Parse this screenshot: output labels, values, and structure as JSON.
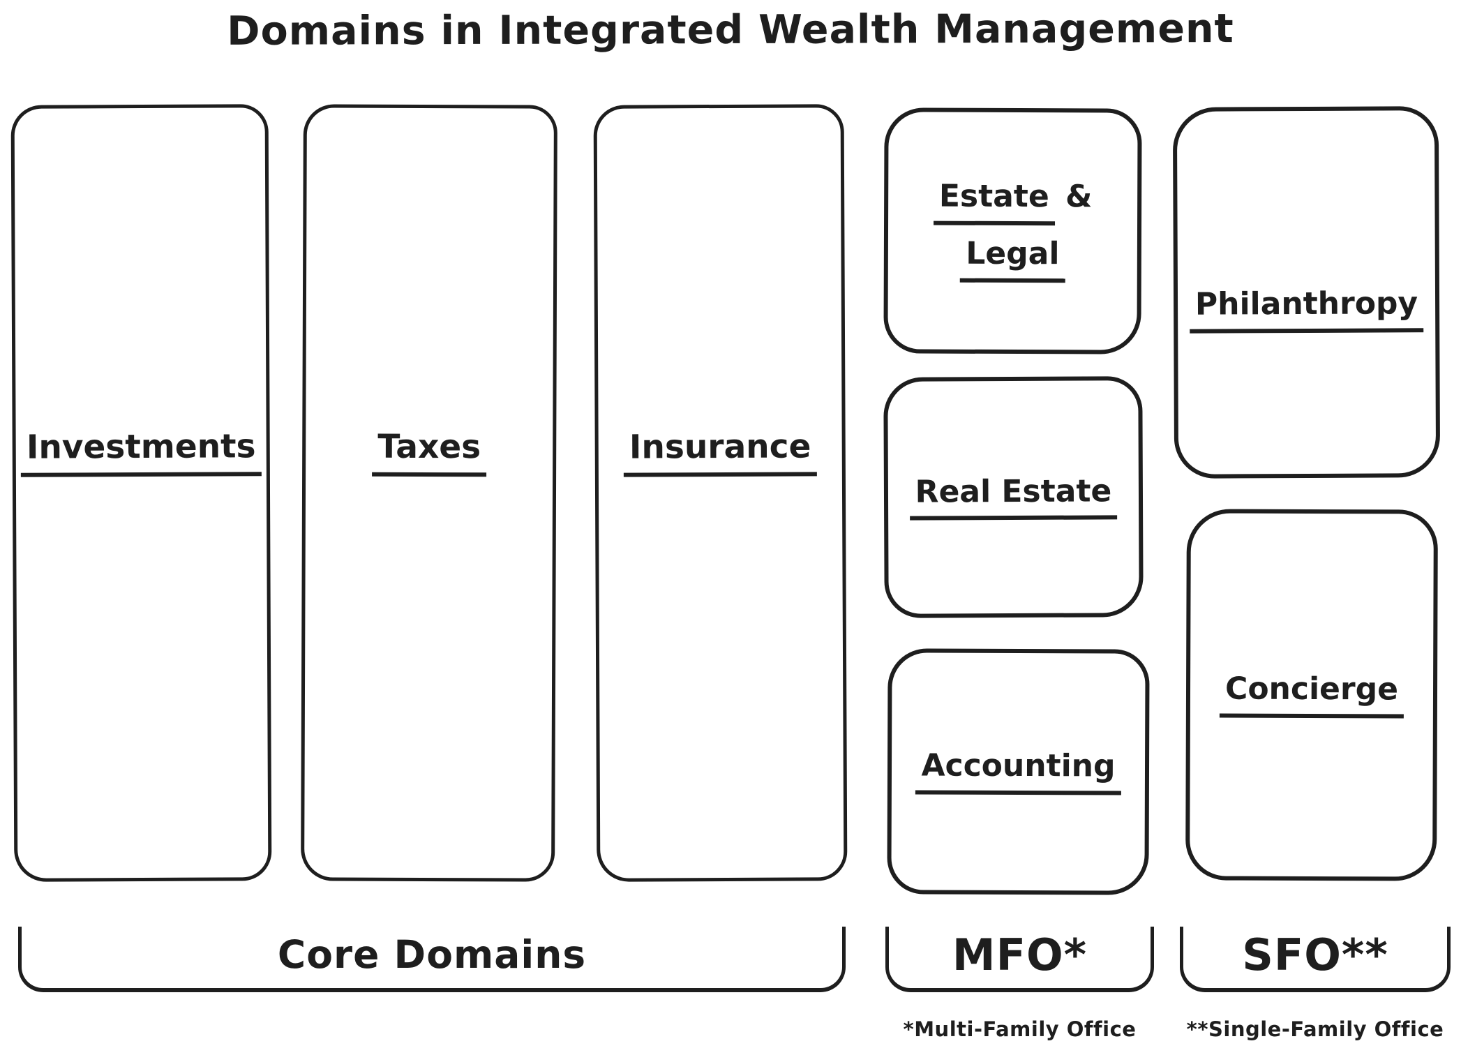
{
  "title": "Domains in Integrated Wealth Management",
  "colors": {
    "ink": "#1e1e1e",
    "background": "#ffffff"
  },
  "core": {
    "bracket_label": "Core Domains",
    "boxes": [
      {
        "label": "Investments"
      },
      {
        "label": "Taxes"
      },
      {
        "label": "Insurance"
      }
    ]
  },
  "mfo": {
    "bracket_label": "MFO*",
    "footnote": "*Multi-Family Office",
    "boxes": [
      {
        "line1_word": "Estate",
        "line1_suffix": "&",
        "line2": "Legal"
      },
      {
        "label": "Real Estate"
      },
      {
        "label": "Accounting"
      }
    ]
  },
  "sfo": {
    "bracket_label": "SFO**",
    "footnote": "**Single-Family Office",
    "boxes": [
      {
        "label": "Philanthropy"
      },
      {
        "label": "Concierge"
      }
    ]
  }
}
